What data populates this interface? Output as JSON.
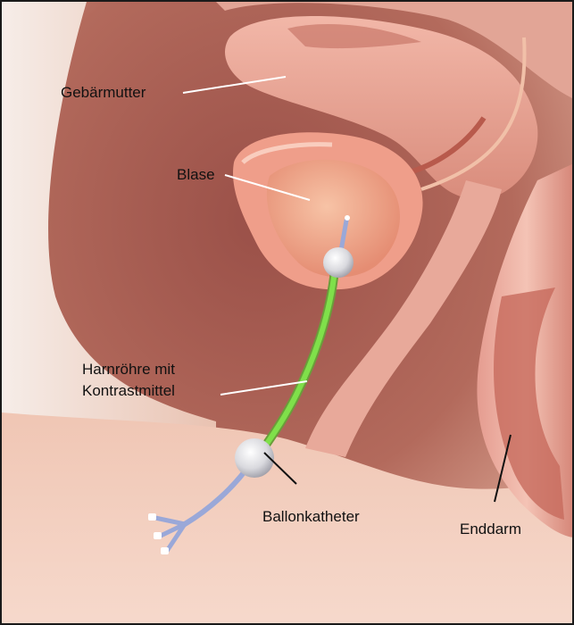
{
  "labels": {
    "uterus": "Gebärmutter",
    "bladder": "Blase",
    "urethra_line1": "Harnröhre mit",
    "urethra_line2": "Kontrastmittel",
    "balloon_catheter": "Ballonkatheter",
    "rectum": "Enddarm"
  },
  "colors": {
    "tissue_light": "#f3c3b0",
    "tissue_mid": "#d99a88",
    "tissue_dark": "#8c4a40",
    "bladder": "#f0a38a",
    "contrast_agent": "#7fe04a",
    "catheter": "#9aa8d8",
    "balloon": "#e6e6ea",
    "leader_line": "#ffffff"
  }
}
